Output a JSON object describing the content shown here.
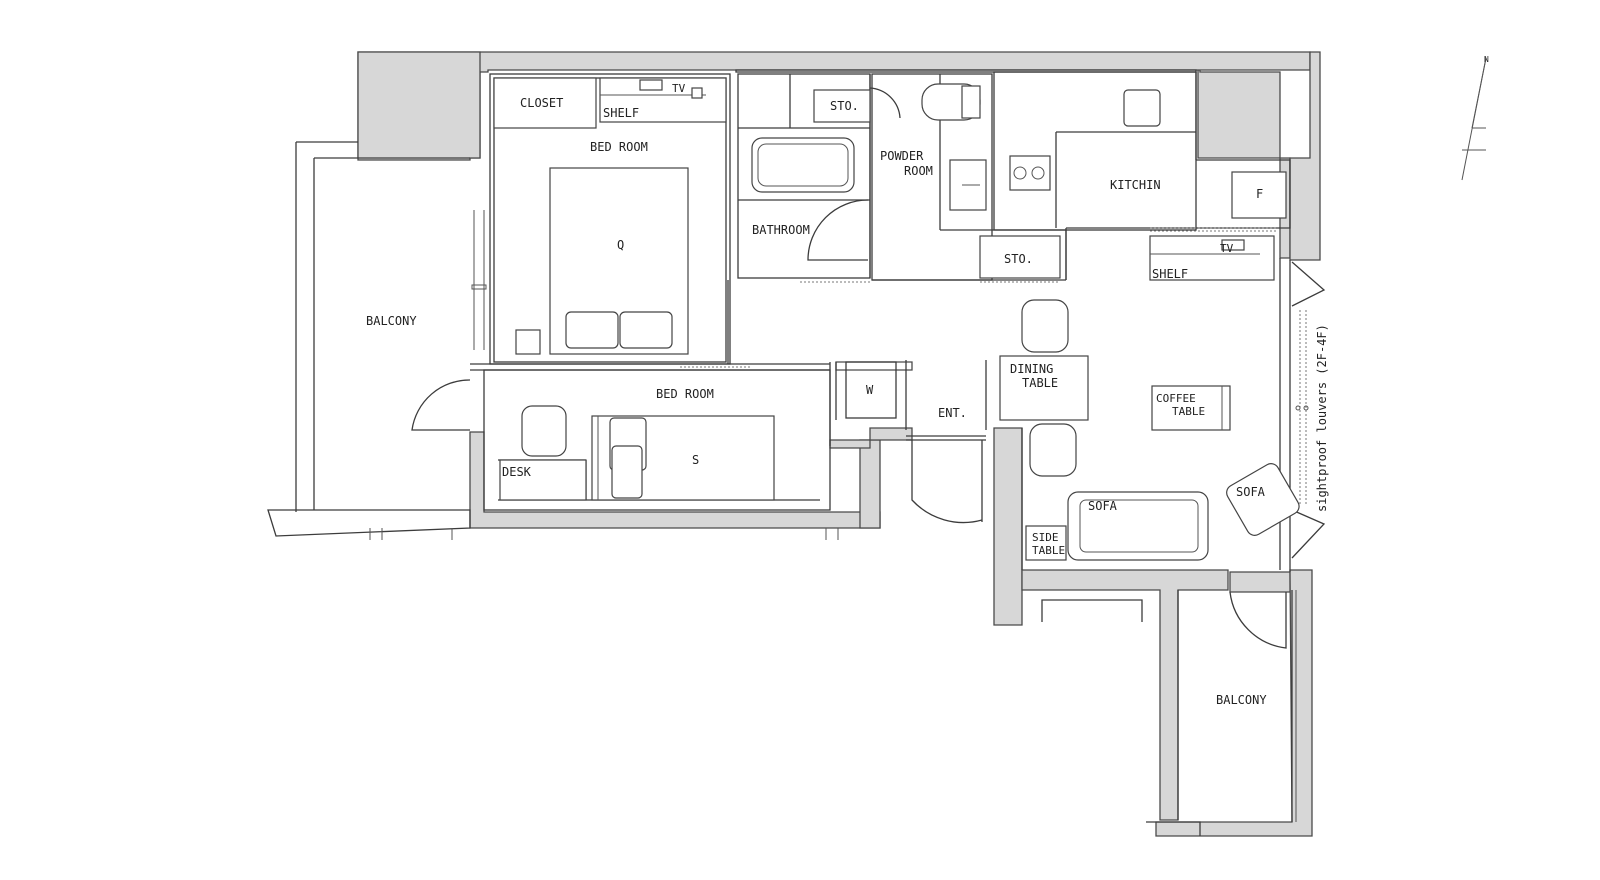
{
  "labels": {
    "closet": "CLOSET",
    "tv_bedroom": "TV",
    "shelf_bedroom": "SHELF",
    "bedroom_top": "BED ROOM",
    "bed_q": "Q",
    "balcony_left": "BALCONY",
    "bedroom_bottom": "BED ROOM",
    "desk": "DESK",
    "bed_s": "S",
    "sto_top": "STO.",
    "powder_line1": "POWDER",
    "powder_line2": "ROOM",
    "bathroom": "BATHROOM",
    "kitchen": "KITCHIN",
    "fridge": "F",
    "sto_mid": "STO.",
    "tv_living": "TV",
    "shelf_living": "SHELF",
    "washer": "W",
    "entrance": "ENT.",
    "dining_line1": "DINING",
    "dining_line2": "TABLE",
    "coffee_line1": "COFFEE",
    "coffee_line2": "TABLE",
    "sofa_main": "SOFA",
    "sofa_chair": "SOFA",
    "side_line1": "SIDE",
    "side_line2": "TABLE",
    "balcony_right": "BALCONY",
    "louvers": "sightproof louvers (2F-4F)",
    "north": "N"
  },
  "colors": {
    "wall_fill": "#d7d7d7",
    "line": "#3c3c3c",
    "background": "#ffffff"
  }
}
